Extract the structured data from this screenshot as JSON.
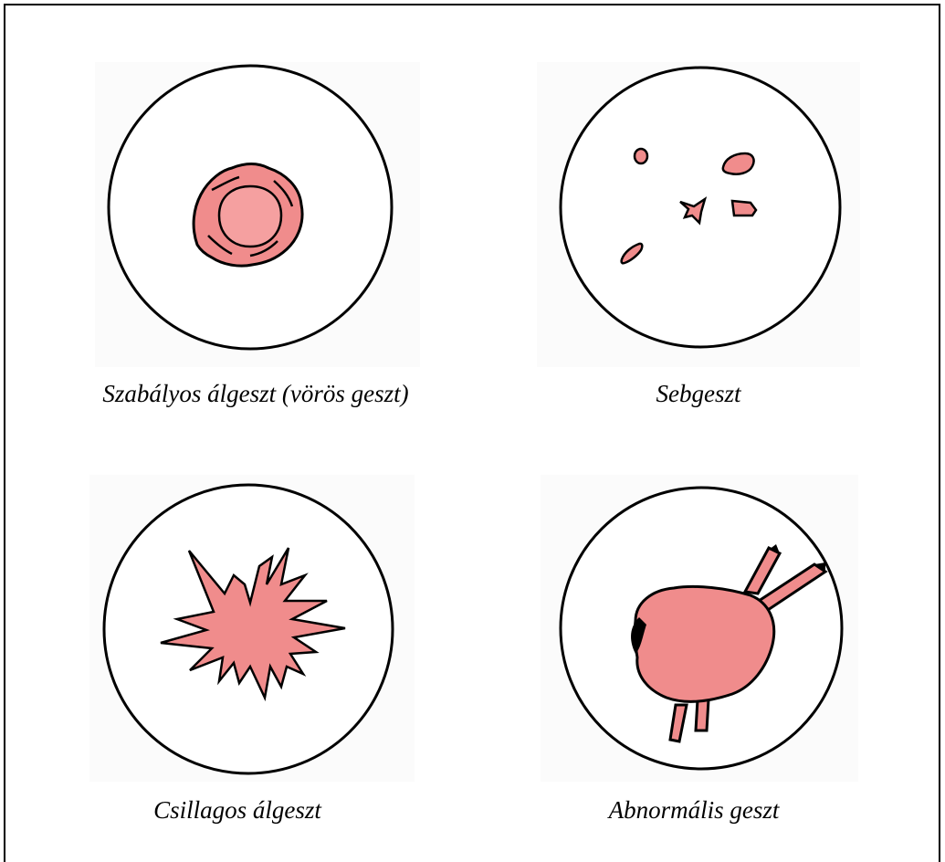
{
  "theme": {
    "fill": "#f08c8c",
    "stroke": "#000000"
  },
  "cells": [
    {
      "caption": "Szabályos álgeszt (vörös geszt)",
      "pattern": "regular-false-heartwood"
    },
    {
      "caption": "Sebgeszt",
      "pattern": "wound-heartwood"
    },
    {
      "caption": "Csillagos álgeszt",
      "pattern": "star-false-heartwood"
    },
    {
      "caption": "Abnormális geszt",
      "pattern": "abnormal-heartwood"
    }
  ]
}
